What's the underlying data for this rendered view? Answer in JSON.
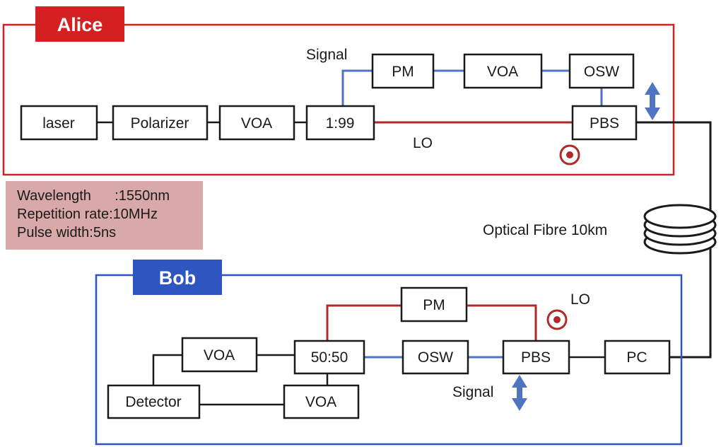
{
  "alice": {
    "title": "Alice",
    "laser": "laser",
    "polarizer": "Polarizer",
    "voa": "VOA",
    "splitter": "1:99",
    "pm": "PM",
    "voa2": "VOA",
    "osw": "OSW",
    "pbs": "PBS",
    "signal": "Signal",
    "lo": "LO"
  },
  "params": {
    "wavelength": "Wavelength      :1550nm",
    "rep_rate": "Repetition rate:10MHz",
    "pulse_width": "Pulse width:5ns"
  },
  "fibre": "Optical Fibre 10km",
  "bob": {
    "title": "Bob",
    "pm": "PM",
    "lo": "LO",
    "voa_top": "VOA",
    "coupler": "50:50",
    "osw": "OSW",
    "pbs": "PBS",
    "pc": "PC",
    "detector": "Detector",
    "voa_bottom": "VOA",
    "signal": "Signal"
  },
  "colors": {
    "alice": "#d42020",
    "bob": "#2f55c0",
    "lo_line": "#b02a2a",
    "signal_line": "#4f74c4",
    "fibre_line": "#1a1a1a",
    "params_bg": "#d9a9a9"
  }
}
